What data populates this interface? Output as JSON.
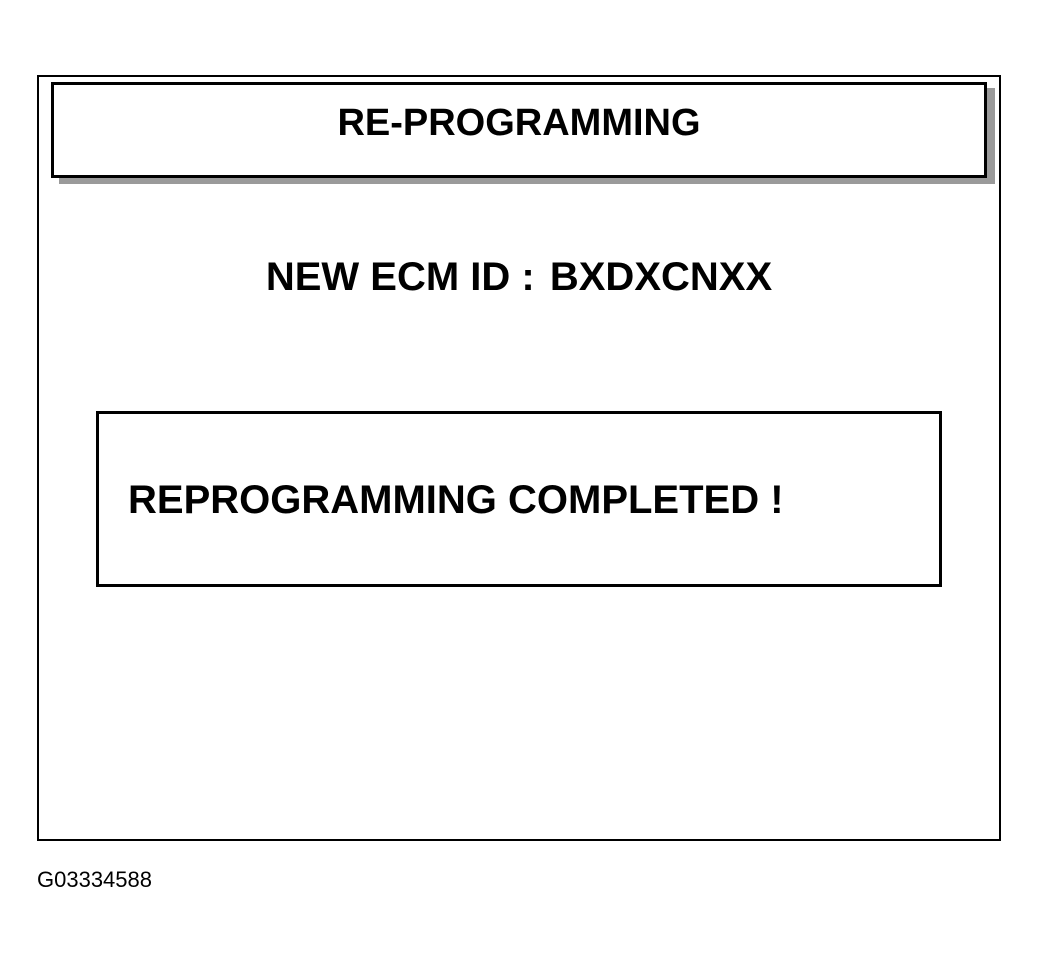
{
  "screen": {
    "title": "RE-PROGRAMMING",
    "ecm_id_label": "NEW ECM ID :",
    "ecm_id_value": "BXDXCNXX",
    "status_message": "REPROGRAMMING COMPLETED !"
  },
  "figure": {
    "code": "G03334588"
  },
  "colors": {
    "border": "#000000",
    "shadow": "#9a9a9a",
    "background": "#ffffff"
  }
}
